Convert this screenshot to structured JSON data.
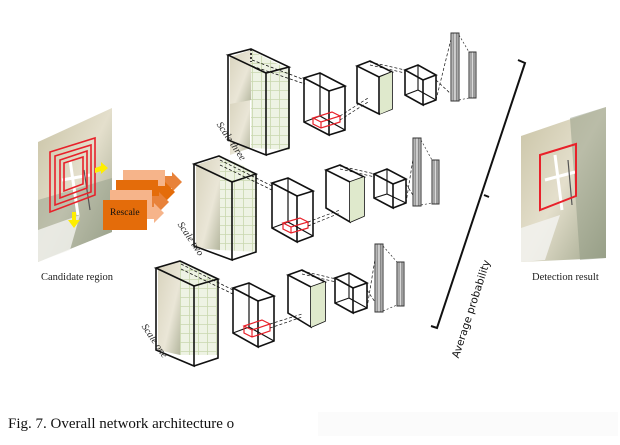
{
  "figure": {
    "candidate_label": "Candidate region",
    "rescale_label": "Rescale",
    "detection_label": "Detection result",
    "average_label": "Average probability",
    "scales": [
      {
        "name": "three",
        "label": "Scale three"
      },
      {
        "name": "two",
        "label": "Scale two"
      },
      {
        "name": "one",
        "label": "Scale one"
      }
    ],
    "colors": {
      "box_red": "#e8212a",
      "rescale_orange": "#e46c0a",
      "rescale_light": "#f6b48a",
      "arrow_yellow": "#ffee00",
      "grid_green": "#d6e3c0",
      "aerial_tan": "#d9d2b8"
    }
  },
  "caption": {
    "text": "Fig. 7.  Overall network architecture o"
  }
}
